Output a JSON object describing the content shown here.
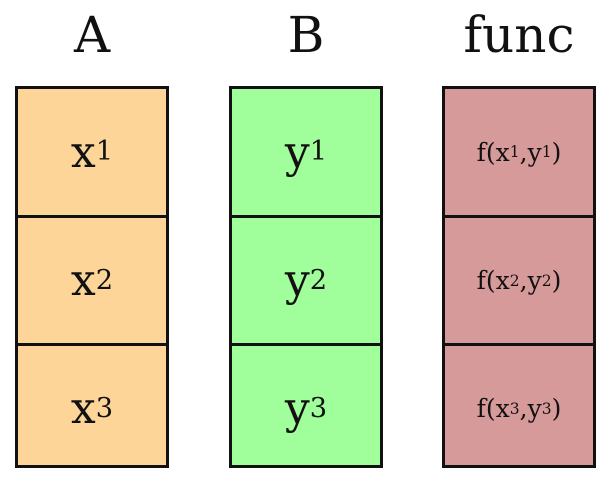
{
  "colors": {
    "A": "#fdd598",
    "B": "#a0fe9b",
    "func": "#d79a9a",
    "border": "#111111"
  },
  "columns": [
    {
      "header": "A",
      "cells": [
        {
          "base": "x",
          "sub": "1"
        },
        {
          "base": "x",
          "sub": "2"
        },
        {
          "base": "x",
          "sub": "3"
        }
      ]
    },
    {
      "header": "B",
      "cells": [
        {
          "base": "y",
          "sub": "1"
        },
        {
          "base": "y",
          "sub": "2"
        },
        {
          "base": "y",
          "sub": "3"
        }
      ]
    },
    {
      "header": "func",
      "cells": [
        {
          "pre": "f(x",
          "sub1": "1",
          "mid": ",y",
          "sub2": "1",
          "post": ")"
        },
        {
          "pre": "f(x",
          "sub1": "2",
          "mid": ",y",
          "sub2": "2",
          "post": ")"
        },
        {
          "pre": "f(x",
          "sub1": "3",
          "mid": ",y",
          "sub2": "3",
          "post": ")"
        }
      ]
    }
  ]
}
